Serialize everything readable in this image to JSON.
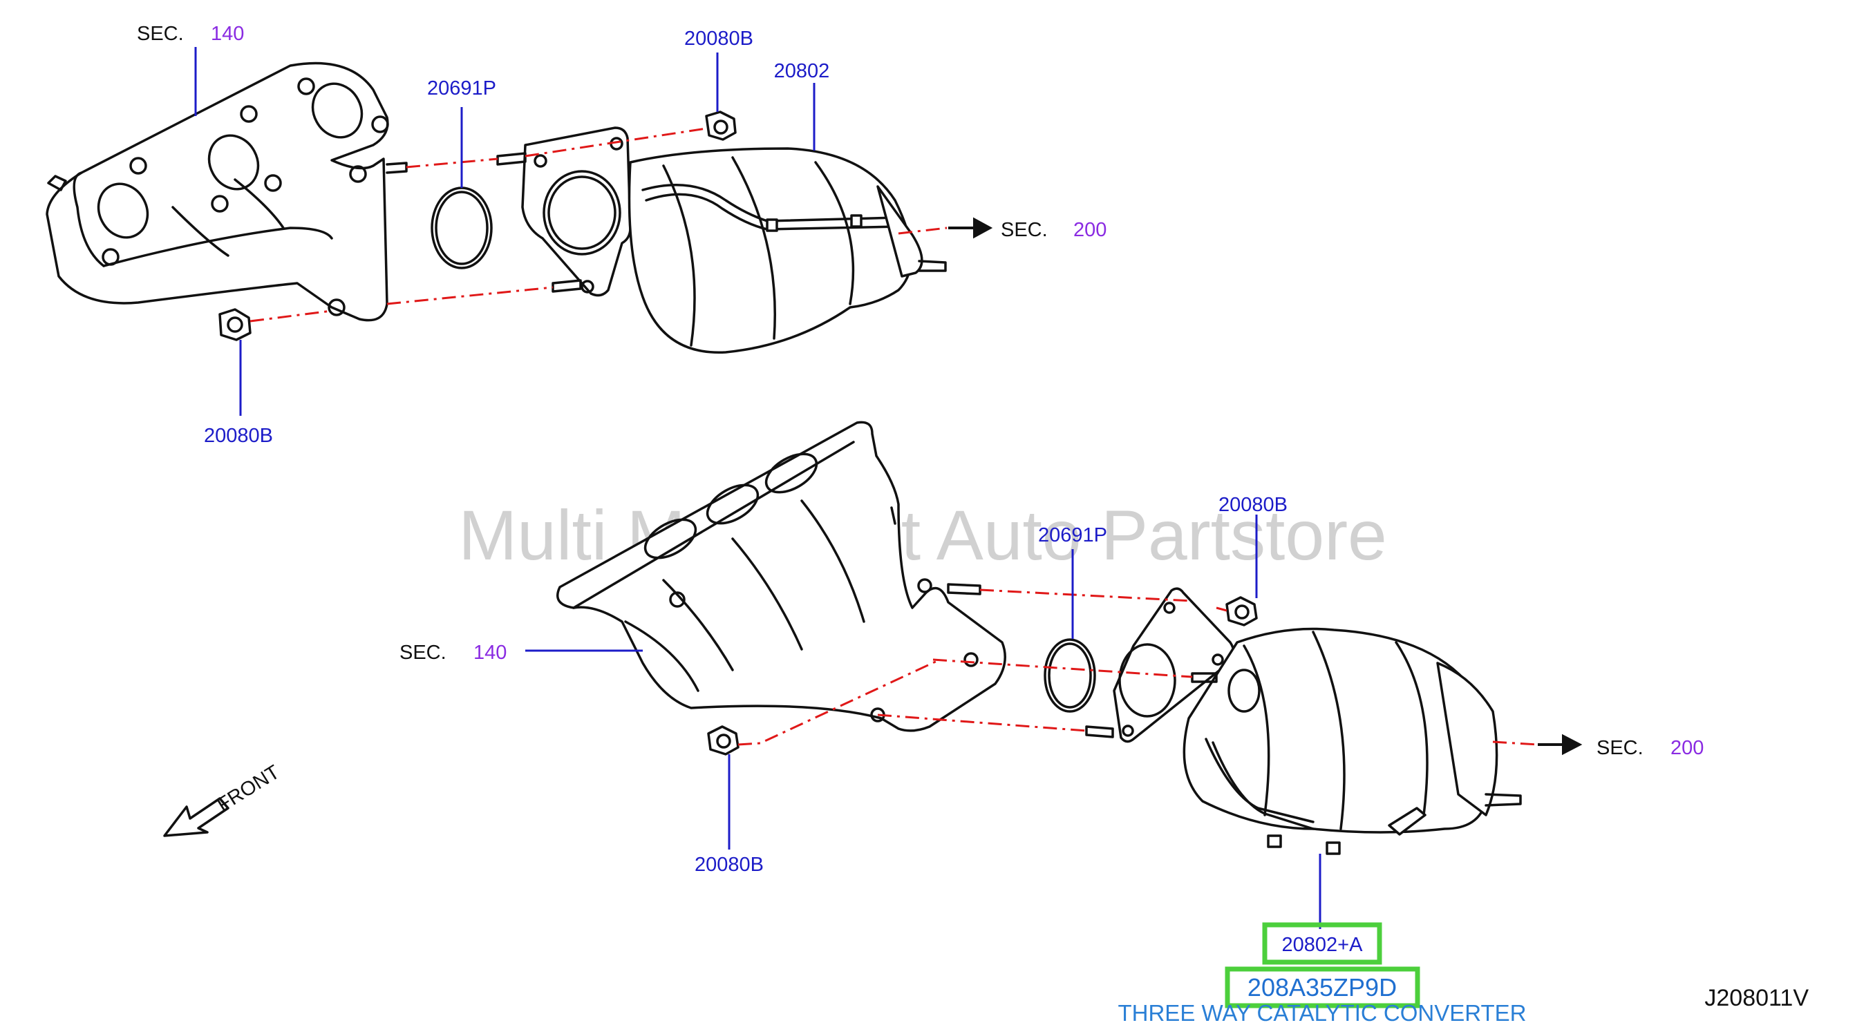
{
  "watermark": "Multi Merchant Auto Partstore",
  "drawing_number": "J208011V",
  "direction": {
    "label": "FRONT"
  },
  "upper_view": {
    "sec_left": {
      "prefix": "SEC.",
      "number": "140"
    },
    "sec_right": {
      "prefix": "SEC.",
      "number": "200"
    },
    "callouts": {
      "gasket": "20691P",
      "nut_top": "20080B",
      "converter": "20802",
      "nut_bottom": "20080B"
    }
  },
  "lower_view": {
    "sec_left": {
      "prefix": "SEC.",
      "number": "140"
    },
    "sec_right": {
      "prefix": "SEC.",
      "number": "200"
    },
    "callouts": {
      "gasket": "20691P",
      "nut_top": "20080B",
      "nut_bottom": "20080B",
      "converter": "20802+A"
    }
  },
  "highlight": {
    "part_number": "208A35ZP9D",
    "description": "THREE WAY CATALYTIC CONVERTER"
  },
  "colors": {
    "part_number_text": "#1c1cc8",
    "sec_number_text": "#8a2be2",
    "description_text": "#2a7fd6",
    "highlight_box": "#4ccf3c",
    "centerline": "#e01818"
  }
}
